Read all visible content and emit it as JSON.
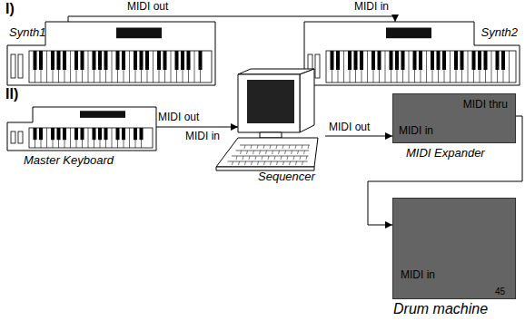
{
  "diagram": {
    "nodes": [
      {
        "text": [
          "Synth1"
        ]
      },
      {
        "text": [
          "Synth2"
        ]
      },
      {
        "text": [
          "Master Keyboard"
        ]
      },
      {
        "text": [
          "Sequencer"
        ]
      },
      {
        "text": [
          "MIDI thru",
          "MIDI in",
          "MIDI Expander"
        ]
      },
      {
        "text": [
          "MIDI in",
          "Drum machine"
        ]
      }
    ],
    "edges": [
      {
        "from": 0,
        "to": 1,
        "arrow": "to"
      },
      {
        "from": 2,
        "to": 3,
        "arrow": "to"
      },
      {
        "from": 3,
        "to": 4,
        "arrow": "to"
      },
      {
        "from": 4,
        "to": 5,
        "arrow": "to"
      }
    ],
    "labels": [
      "I)",
      "MIDI out",
      "MIDI in",
      "II)",
      "MIDI out",
      "MIDI in",
      "MIDI out",
      "45"
    ]
  }
}
